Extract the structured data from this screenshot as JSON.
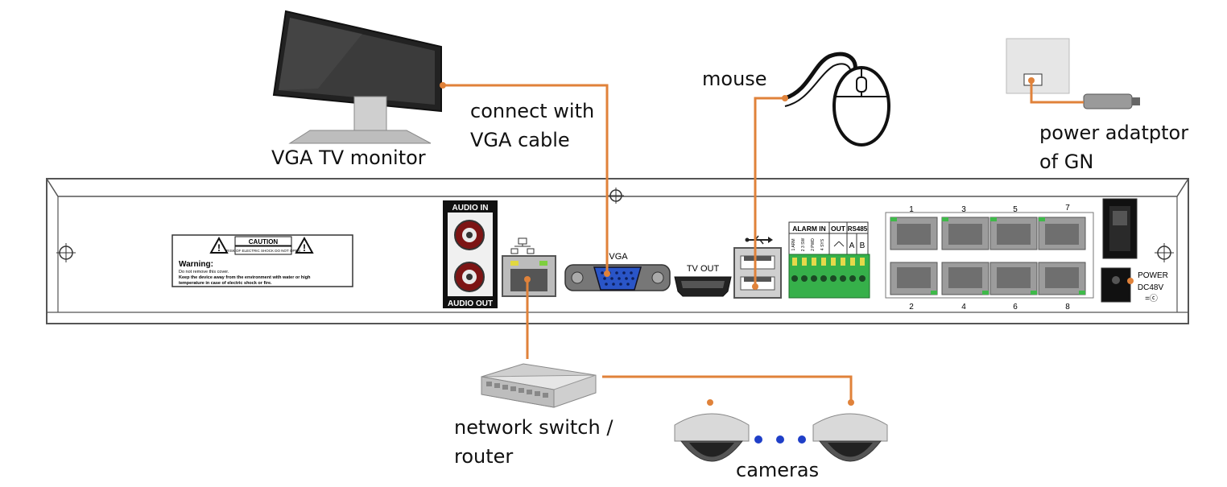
{
  "labels": {
    "monitor": "VGA TV monitor",
    "vga_cable_line1": "connect with",
    "vga_cable_line2": "VGA cable",
    "mouse": "mouse",
    "power_line1": "power adatptor",
    "power_line2": "of GN",
    "switch_line1": "network switch /",
    "switch_line2": "router",
    "cameras": "cameras"
  },
  "panel": {
    "caution_title": "CAUTION",
    "caution_small": "RISK OF ELECTRIC SHOCK DO NOT OPEN",
    "warning_title": "Warning:",
    "warning_line1": "Do not remove this cover.",
    "warning_line2": "Keep the device away from the environment with water or high",
    "warning_line3": "temperature in case of electric shock or fire.",
    "audio_in": "AUDIO IN",
    "audio_out": "AUDIO OUT",
    "vga": "VGA",
    "tv_out": "TV OUT",
    "alarm_in": "ALARM IN",
    "out": "OUT",
    "rs485": "RS485",
    "rs485_a": "A",
    "rs485_b": "B",
    "alarm_pins": [
      "1 ARM",
      "2 3 SW",
      "2 PWD",
      "4 SYS"
    ],
    "ports_top": [
      "1",
      "3",
      "5",
      "7"
    ],
    "ports_bottom": [
      "2",
      "4",
      "6",
      "8"
    ],
    "power": "POWER",
    "dc": "DC48V",
    "dc_symbol": "=ⓒ"
  },
  "colors": {
    "cable": "#e0823a",
    "dots": "#1f3fc8",
    "panel_stroke": "#555555",
    "port_green": "#3fb94a",
    "vga_blue": "#2a55c7",
    "terminal_green": "#36b04a"
  }
}
